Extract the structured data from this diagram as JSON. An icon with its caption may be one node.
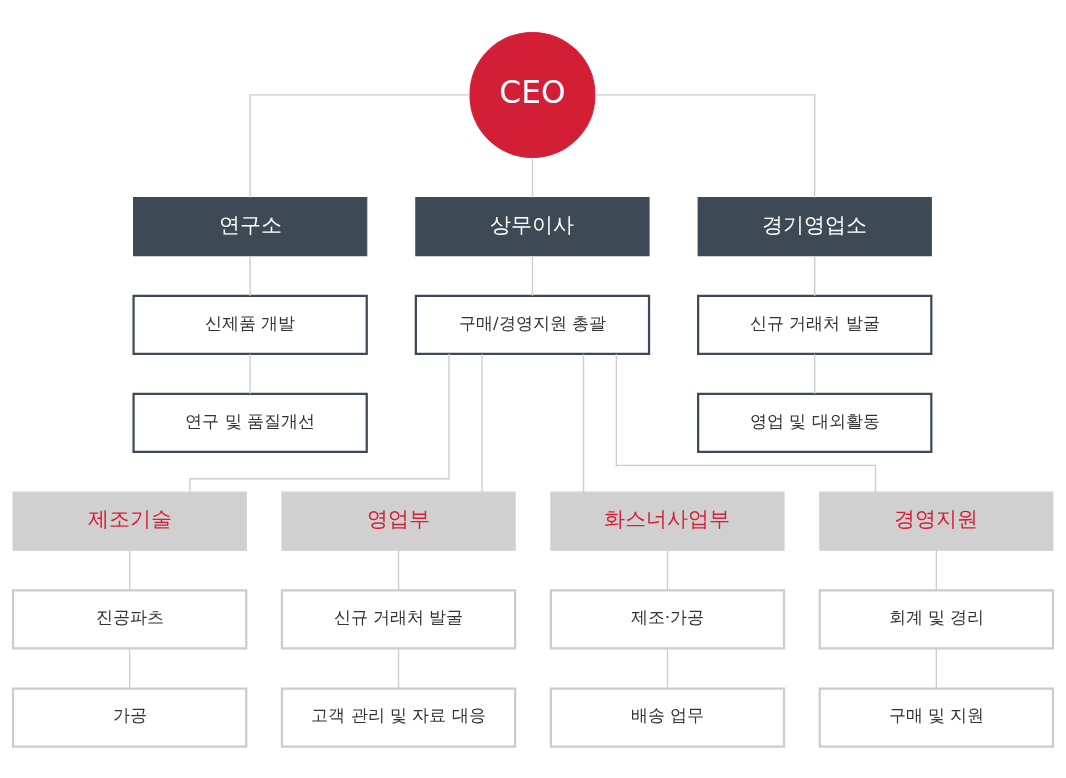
{
  "diagram": {
    "nodes": [
      {
        "text": [
          "CEO"
        ]
      },
      {
        "text": [
          "연구소"
        ]
      },
      {
        "text": [
          "신제품 개발"
        ]
      },
      {
        "text": [
          "연구 및 품질개선"
        ]
      },
      {
        "text": [
          "상무이사"
        ]
      },
      {
        "text": [
          "구매/경영지원 총괄"
        ]
      },
      {
        "text": [
          "경기영업소"
        ]
      },
      {
        "text": [
          "신규 거래처 발굴"
        ]
      },
      {
        "text": [
          "영업 및 대외활동"
        ]
      },
      {
        "text": [
          "제조기술"
        ]
      },
      {
        "text": [
          "진공파츠"
        ]
      },
      {
        "text": [
          "가공"
        ]
      },
      {
        "text": [
          "영업부"
        ]
      },
      {
        "text": [
          "신규 거래처 발굴"
        ]
      },
      {
        "text": [
          "고객 관리 및 자료 대응"
        ]
      },
      {
        "text": [
          "화스너사업부"
        ]
      },
      {
        "text": [
          "제조·가공"
        ]
      },
      {
        "text": [
          "배송 업무"
        ]
      },
      {
        "text": [
          "경영지원"
        ]
      },
      {
        "text": [
          "회계 및 경리"
        ]
      },
      {
        "text": [
          "구매 및 지원"
        ]
      }
    ],
    "edges": [
      {
        "from": 0,
        "to": 1,
        "arrow": "none"
      },
      {
        "from": 0,
        "to": 4,
        "arrow": "none"
      },
      {
        "from": 0,
        "to": 6,
        "arrow": "none"
      },
      {
        "from": 1,
        "to": 2,
        "arrow": "none"
      },
      {
        "from": 2,
        "to": 3,
        "arrow": "none"
      },
      {
        "from": 4,
        "to": 5,
        "arrow": "none"
      },
      {
        "from": 6,
        "to": 7,
        "arrow": "none"
      },
      {
        "from": 7,
        "to": 8,
        "arrow": "none"
      },
      {
        "from": 5,
        "to": 9,
        "arrow": "none"
      },
      {
        "from": 5,
        "to": 12,
        "arrow": "none"
      },
      {
        "from": 5,
        "to": 15,
        "arrow": "none"
      },
      {
        "from": 5,
        "to": 18,
        "arrow": "none"
      },
      {
        "from": 9,
        "to": 10,
        "arrow": "none"
      },
      {
        "from": 10,
        "to": 11,
        "arrow": "none"
      },
      {
        "from": 12,
        "to": 13,
        "arrow": "none"
      },
      {
        "from": 13,
        "to": 14,
        "arrow": "none"
      },
      {
        "from": 15,
        "to": 16,
        "arrow": "none"
      },
      {
        "from": 16,
        "to": 17,
        "arrow": "none"
      },
      {
        "from": 18,
        "to": 19,
        "arrow": "none"
      },
      {
        "from": 19,
        "to": 20,
        "arrow": "none"
      }
    ]
  }
}
